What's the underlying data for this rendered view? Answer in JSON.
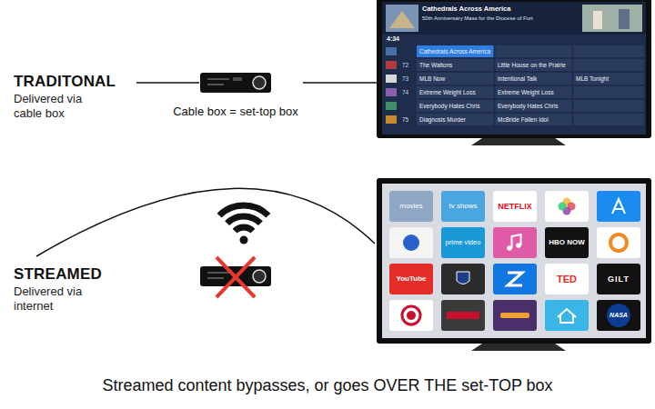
{
  "diagram": {
    "caption": "Streamed content bypasses, or goes OVER THE set-TOP box",
    "nodes": [
      {
        "text": [
          "Cable box = set-top box"
        ]
      },
      {
        "text": [
          "Cathedrals Across America",
          "50th Anniversary Mass for the Diocese of Fort",
          "4:34",
          "Cathedrals Across America",
          "72",
          "The Waltons",
          "Little House on the Prairie",
          "73",
          "MLB Now",
          "Intentional Talk",
          "MLB Tonight",
          "74",
          "Extreme Weight Loss",
          "Extreme Weight Loss",
          "Everybody Hates Chris",
          "Everybody Hates Chris",
          "75",
          "Diagnosis Murder",
          "McBride Fallen Idol"
        ]
      },
      {
        "text": [
          "movies",
          "tv shows",
          "NETFLIX",
          "prime video",
          "HBO NOW",
          "YouTube",
          "TED",
          "GILT",
          "NASA"
        ]
      }
    ],
    "edges": [
      {
        "from": 0,
        "to": 1,
        "arrow": "none"
      }
    ],
    "labels": [
      "TRADITONAL",
      "Delivered via cable box",
      "STREAMED",
      "Delivered via internet"
    ]
  }
}
